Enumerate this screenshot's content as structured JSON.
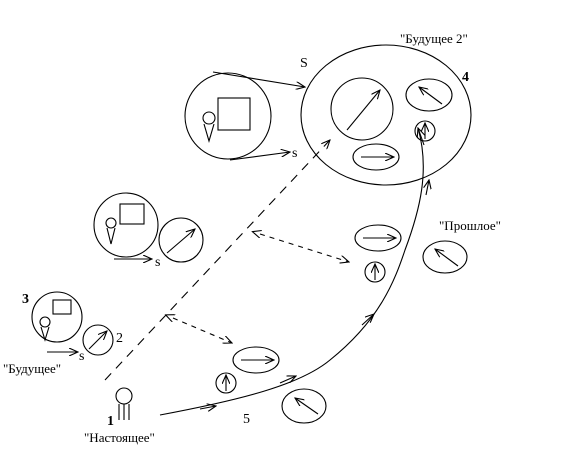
{
  "labels": {
    "future2": "\"Будущее 2\"",
    "past": "\"Прошлое\"",
    "future": "\"Будущее\"",
    "present": "\"Настоящее\"",
    "big_s": "S",
    "small_s_top": "s",
    "small_s_mid": "s",
    "small_s_bottom": "s"
  },
  "numbers": {
    "n1": "1",
    "n2": "2",
    "n3": "3",
    "n4": "4",
    "n5": "5"
  }
}
